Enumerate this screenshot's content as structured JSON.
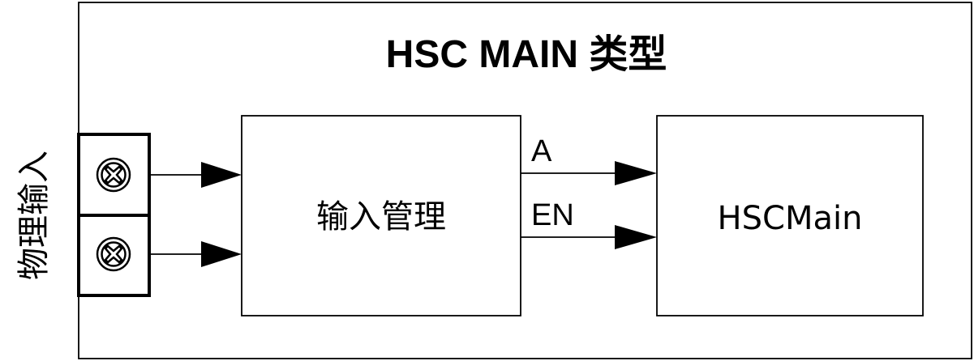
{
  "diagram": {
    "title": "HSC MAIN 类型",
    "side_label": "物理输入",
    "input_manager_label": "输入管理",
    "hsc_main_label": "HSCMain",
    "signals": {
      "a": "A",
      "en": "EN"
    },
    "icons": {
      "terminal_1": "screw-terminal-icon",
      "terminal_2": "screw-terminal-icon"
    }
  }
}
